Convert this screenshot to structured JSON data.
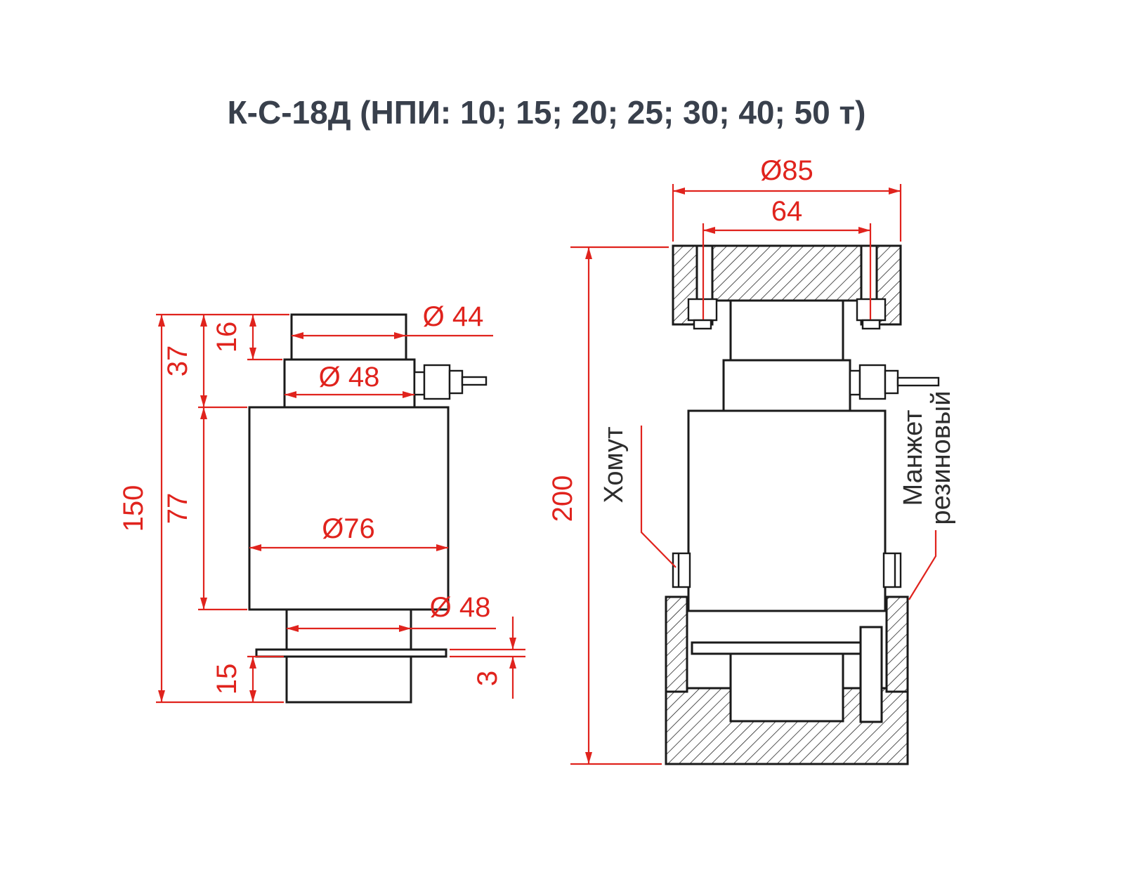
{
  "title": "К-С-18Д (НПИ: 10; 15; 20; 25; 30; 40; 50 т)",
  "colors": {
    "dimension_red": "#e0231d",
    "line_black": "#1a1a1a",
    "title_gray": "#39404c"
  },
  "left_view": {
    "total_height": "150",
    "body_height": "77",
    "upper_height": "37",
    "cap_height": "16",
    "base_height": "15",
    "plate_thickness": "3",
    "cap_diameter": "Ø 44",
    "upper_neck_diameter": "Ø 48",
    "body_diameter": "Ø76",
    "lower_neck_diameter": "Ø 48"
  },
  "right_view": {
    "flange_diameter": "Ø85",
    "bolt_spacing": "64",
    "total_height": "200",
    "clamp_callout": "Хомут",
    "sleeve_callout_line1": "Манжет",
    "sleeve_callout_line2": "резиновый"
  }
}
